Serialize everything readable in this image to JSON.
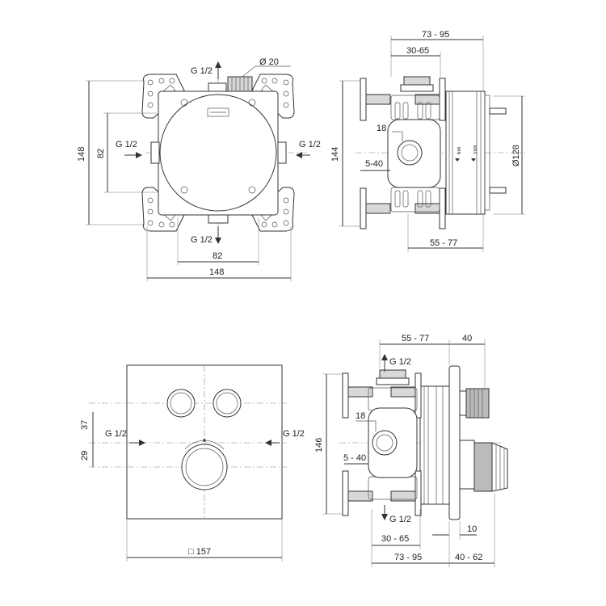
{
  "views": {
    "box_front": {
      "thread_top": "G 1/2",
      "thread_bottom": "G 1/2",
      "thread_left": "G 1/2",
      "thread_right": "G 1/2",
      "port_diameter": "Ø 20",
      "height_total": "148",
      "height_ports": "82",
      "width_ports": "82",
      "width_total": "148"
    },
    "box_side": {
      "depth_total": "73 - 95",
      "depth_front": "30-65",
      "port_offset": "18",
      "plaster": "5-40",
      "height": "144",
      "diameter": "Ø128",
      "depth_rear": "55 - 77",
      "label_min": "MIN",
      "label_max": "MAX"
    },
    "plate_front": {
      "thread_left": "G 1/2",
      "thread_right": "G 1/2",
      "dim_upper": "37",
      "dim_lower": "29",
      "plate_size": "□ 157"
    },
    "assembly_side": {
      "thread_top": "G 1/2",
      "thread_bottom": "G 1/2",
      "dim_depth_box": "55 - 77",
      "dim_projection": "40",
      "port_offset": "18",
      "height": "146",
      "plaster": "5 - 40",
      "depth_front": "30 - 65",
      "dim_10": "10",
      "depth_total": "73 - 95",
      "dim_protrusion": "40 - 62"
    }
  }
}
